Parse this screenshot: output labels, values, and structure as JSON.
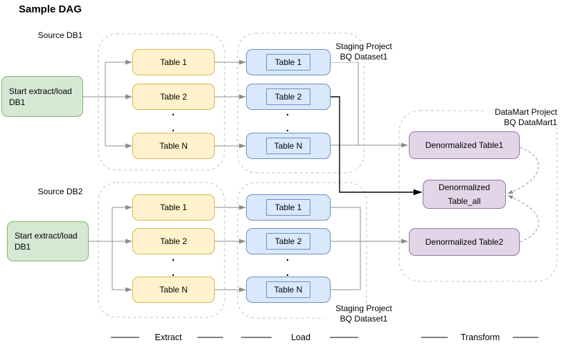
{
  "title": "Sample DAG",
  "row1": {
    "source_label": "Source DB1",
    "start_label": "Start extract/load DB1",
    "extract_tables": [
      "Table 1",
      "Table 2",
      "Table N"
    ],
    "load_tables": [
      "Table 1",
      "Table 2",
      "Table N"
    ],
    "staging_line1": "Staging Project",
    "staging_line2": "BQ Dataset1"
  },
  "row2": {
    "source_label": "Source DB2",
    "start_label": "Start extract/load DB1",
    "extract_tables": [
      "Table 1",
      "Table 2",
      "Table N"
    ],
    "load_tables": [
      "Table 1",
      "Table 2",
      "Table N"
    ],
    "staging_line1": "Staging Project",
    "staging_line2": "BQ Dataset1"
  },
  "datamart": {
    "label_line1": "DataMart Project",
    "label_line2": "BQ DataMart1",
    "table1": "Denormalized Table1",
    "table_all": "Denormalized Table_all",
    "table2": "Denormalized Table2"
  },
  "stage_labels": {
    "extract": "Extract",
    "load": "Load",
    "transform": "Transform"
  },
  "ellipsis": ".",
  "colors": {
    "start_fill": "#d5e8d4",
    "start_stroke": "#82b366",
    "extract_fill": "#fff2cc",
    "extract_stroke": "#d6b656",
    "load_fill": "#dae8fc",
    "load_stroke": "#6c8ebf",
    "datamart_fill": "#e1d5e7",
    "datamart_stroke": "#9673a6",
    "connector_gray": "#8c8c8c",
    "connector_black": "#000000",
    "container_dash_gray": "#bfbfbf",
    "arc_dash_gray": "#999999"
  }
}
